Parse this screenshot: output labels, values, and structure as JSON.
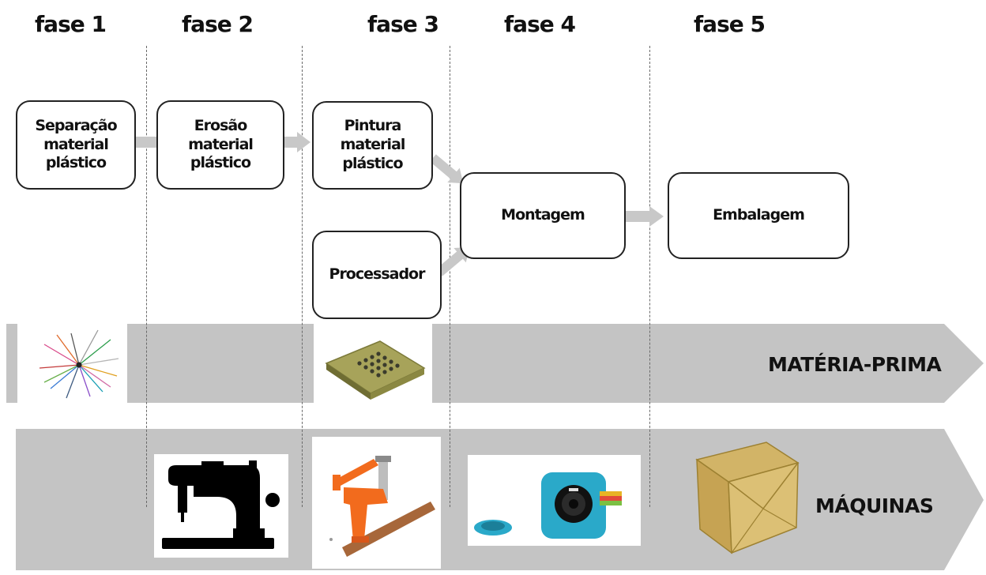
{
  "phases": {
    "fase1": "fase 1",
    "fase2": "fase 2",
    "fase3": "fase 3",
    "fase4": "fase 4",
    "fase5": "fase 5"
  },
  "steps": {
    "separacao": "Separação\nmaterial\nplástico",
    "erosao": "Erosão\nmaterial\nplástico",
    "pintura": "Pintura\nmaterial\nplástico",
    "processador": "Processador",
    "montagem": "Montagem",
    "embalagem": "Embalagem"
  },
  "bands": {
    "materia_prima": "MATÉRIA-PRIMA",
    "maquinas": "MÁQUINAS"
  },
  "pictures": {
    "materia_prima": [
      "plastic-fibers",
      "processor-chip"
    ],
    "maquinas": [
      "sewing-machine",
      "hand-press",
      "cube-camera",
      "cardboard-box"
    ]
  },
  "colors": {
    "band": "#c4c4c4",
    "flow_arrow": "#c8c8c8",
    "box_border": "#222222",
    "lid_cyan": "#2aa9c9"
  }
}
